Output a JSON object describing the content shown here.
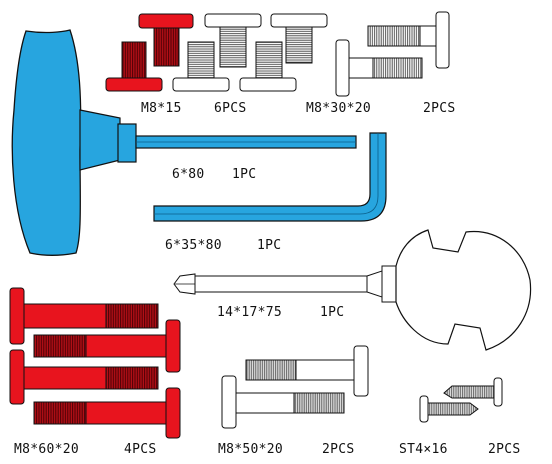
{
  "labels": {
    "bolt_m8x15": "M8*15",
    "bolt_m8x15_qty": "6PCS",
    "bolt_m8x30x20": "M8*30*20",
    "bolt_m8x30x20_qty": "2PCS",
    "wrench_6x80": "6*80",
    "wrench_6x80_qty": "1PC",
    "wrench_6x35x80": "6*35*80",
    "wrench_6x35x80_qty": "1PC",
    "tool_14x17x75": "14*17*75",
    "tool_14x17x75_qty": "1PC",
    "bolt_m8x60x20": "M8*60*20",
    "bolt_m8x60x20_qty": "4PCS",
    "bolt_m8x50x20": "M8*50*20",
    "bolt_m8x50x20_qty": "2PCS",
    "screw_st4x16": "ST4×16",
    "screw_st4x16_qty": "2PCS"
  },
  "colors": {
    "blue_tool": "#27a5df",
    "red_part": "#e8141e",
    "outline": "#111111",
    "white_part": "#ffffff"
  },
  "icons": {
    "t_handle_hex_key": "t-handle-hex-wrench-icon",
    "l_hex_key": "l-hex-key-icon",
    "combo_wrench_screwdriver": "combo-wrench-screwdriver-icon"
  }
}
